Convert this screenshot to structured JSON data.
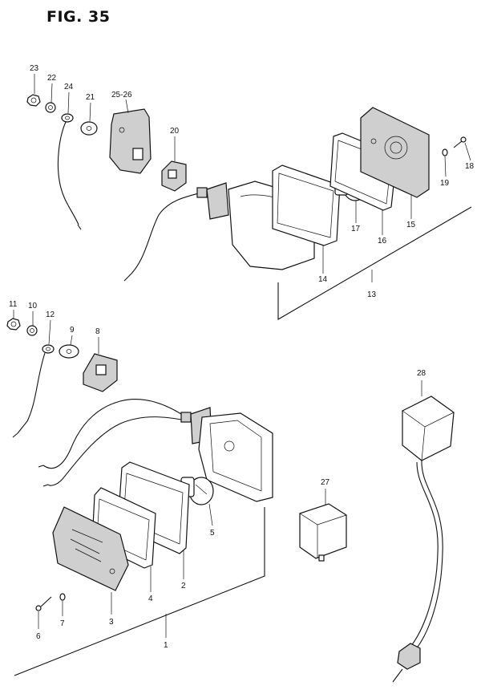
{
  "figure": {
    "title": "FIG. 35"
  },
  "callouts": [
    {
      "id": "c23",
      "label": "23"
    },
    {
      "id": "c22",
      "label": "22"
    },
    {
      "id": "c24",
      "label": "24"
    },
    {
      "id": "c21",
      "label": "21"
    },
    {
      "id": "c25",
      "label": "25-26"
    },
    {
      "id": "c20",
      "label": "20"
    },
    {
      "id": "c19",
      "label": "19"
    },
    {
      "id": "c18",
      "label": "18"
    },
    {
      "id": "c17",
      "label": "17"
    },
    {
      "id": "c16",
      "label": "16"
    },
    {
      "id": "c15",
      "label": "15"
    },
    {
      "id": "c14",
      "label": "14"
    },
    {
      "id": "c13",
      "label": "13"
    },
    {
      "id": "c11",
      "label": "11"
    },
    {
      "id": "c10",
      "label": "10"
    },
    {
      "id": "c12",
      "label": "12"
    },
    {
      "id": "c9",
      "label": "9"
    },
    {
      "id": "c8",
      "label": "8"
    },
    {
      "id": "c28",
      "label": "28"
    },
    {
      "id": "c27",
      "label": "27"
    },
    {
      "id": "c5",
      "label": "5"
    },
    {
      "id": "c2",
      "label": "2"
    },
    {
      "id": "c4",
      "label": "4"
    },
    {
      "id": "c3",
      "label": "3"
    },
    {
      "id": "c6",
      "label": "6"
    },
    {
      "id": "c7",
      "label": "7"
    },
    {
      "id": "c1",
      "label": "1"
    }
  ]
}
